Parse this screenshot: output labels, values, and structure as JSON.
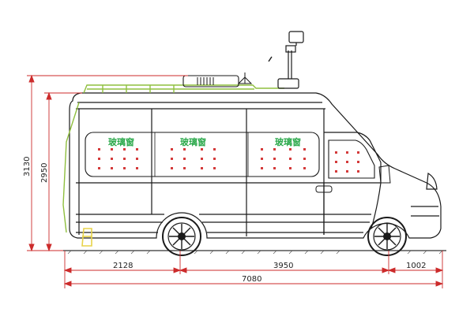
{
  "drawing": {
    "dimensions": {
      "overall_height": "3130",
      "body_height": "2950",
      "front_overhang": "2128",
      "wheelbase": "3950",
      "rear_overhang": "1002",
      "overall_length": "7080"
    },
    "window_labels": [
      "玻璃窗",
      "玻璃窗",
      "玻璃窗"
    ],
    "colors": {
      "outline": "#1a1a1a",
      "dimension_line": "#cc2b2b",
      "window_label": "#2aa84a",
      "roof_rail": "#8fbf3f",
      "accent_yellow": "#e8d34a"
    }
  }
}
